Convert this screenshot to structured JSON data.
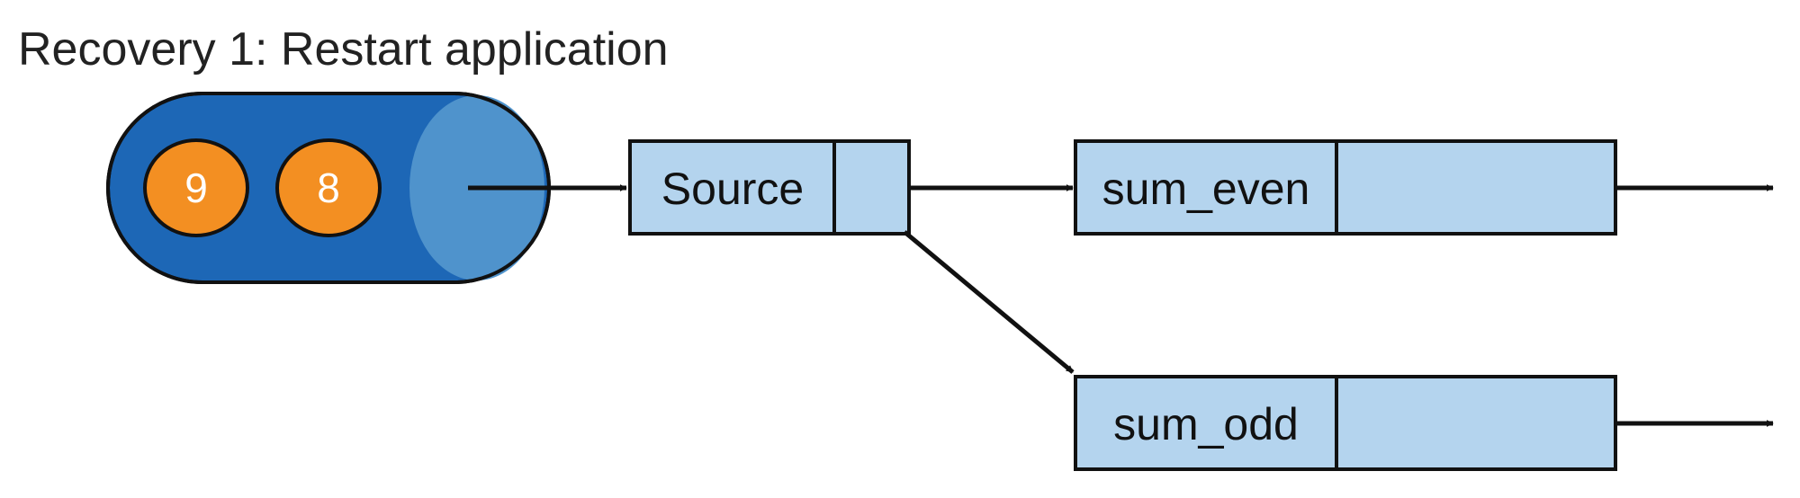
{
  "title": "Recovery 1: Restart application",
  "colors": {
    "cylinder_body": "#1d67b6",
    "cylinder_cap": "#4f93cc",
    "token_fill": "#f38f22",
    "box_fill": "#b4d4ee",
    "stroke": "#111111"
  },
  "queue": {
    "tokens": [
      "9",
      "8"
    ]
  },
  "operators": {
    "source": "Source",
    "sum_even": "sum_even",
    "sum_odd": "sum_odd"
  }
}
